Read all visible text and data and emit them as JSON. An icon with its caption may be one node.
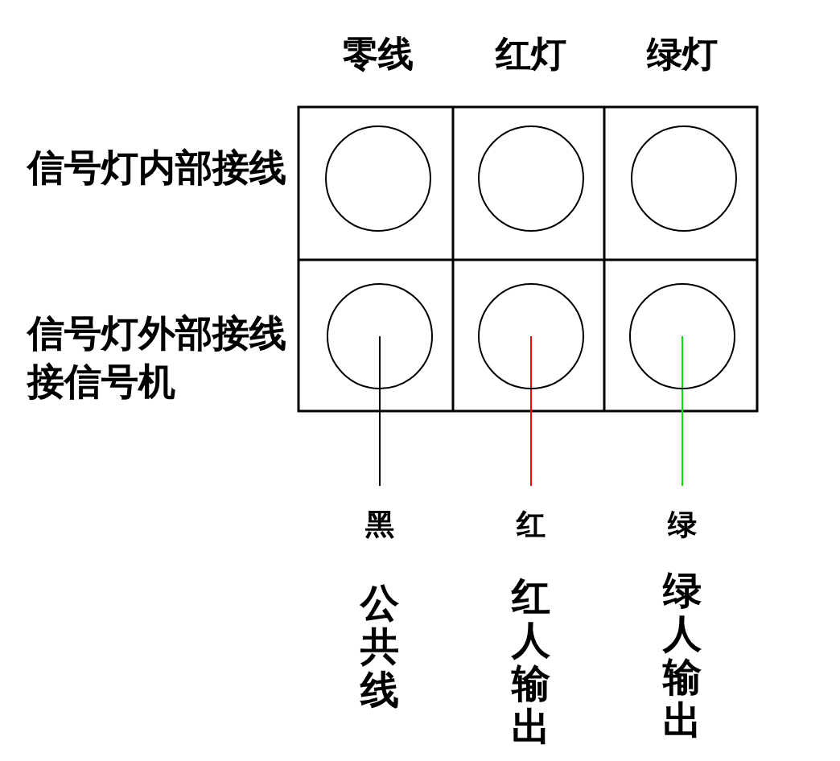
{
  "diagram": {
    "nodes": [
      {
        "text": [],
        "shape": "circle"
      },
      {
        "text": [],
        "shape": "circle"
      },
      {
        "text": [],
        "shape": "circle"
      },
      {
        "text": [],
        "shape": "circle"
      },
      {
        "text": [],
        "shape": "circle"
      },
      {
        "text": [],
        "shape": "circle"
      },
      {
        "text": [
          "黑"
        ]
      },
      {
        "text": [
          "红"
        ]
      },
      {
        "text": [
          "绿"
        ]
      }
    ],
    "edges": [
      {
        "from": 3,
        "to": 6,
        "arrow": "none"
      },
      {
        "from": 4,
        "to": 7,
        "arrow": "none",
        "color": "#ff0000"
      },
      {
        "from": 5,
        "to": 8,
        "arrow": "none",
        "color": "#00e000"
      }
    ],
    "labels": [
      "零线",
      "红灯",
      "绿灯",
      "信号灯内部接线",
      "信号灯外部接线接信号机",
      "公共线",
      "红人输出",
      "绿人输出"
    ]
  }
}
